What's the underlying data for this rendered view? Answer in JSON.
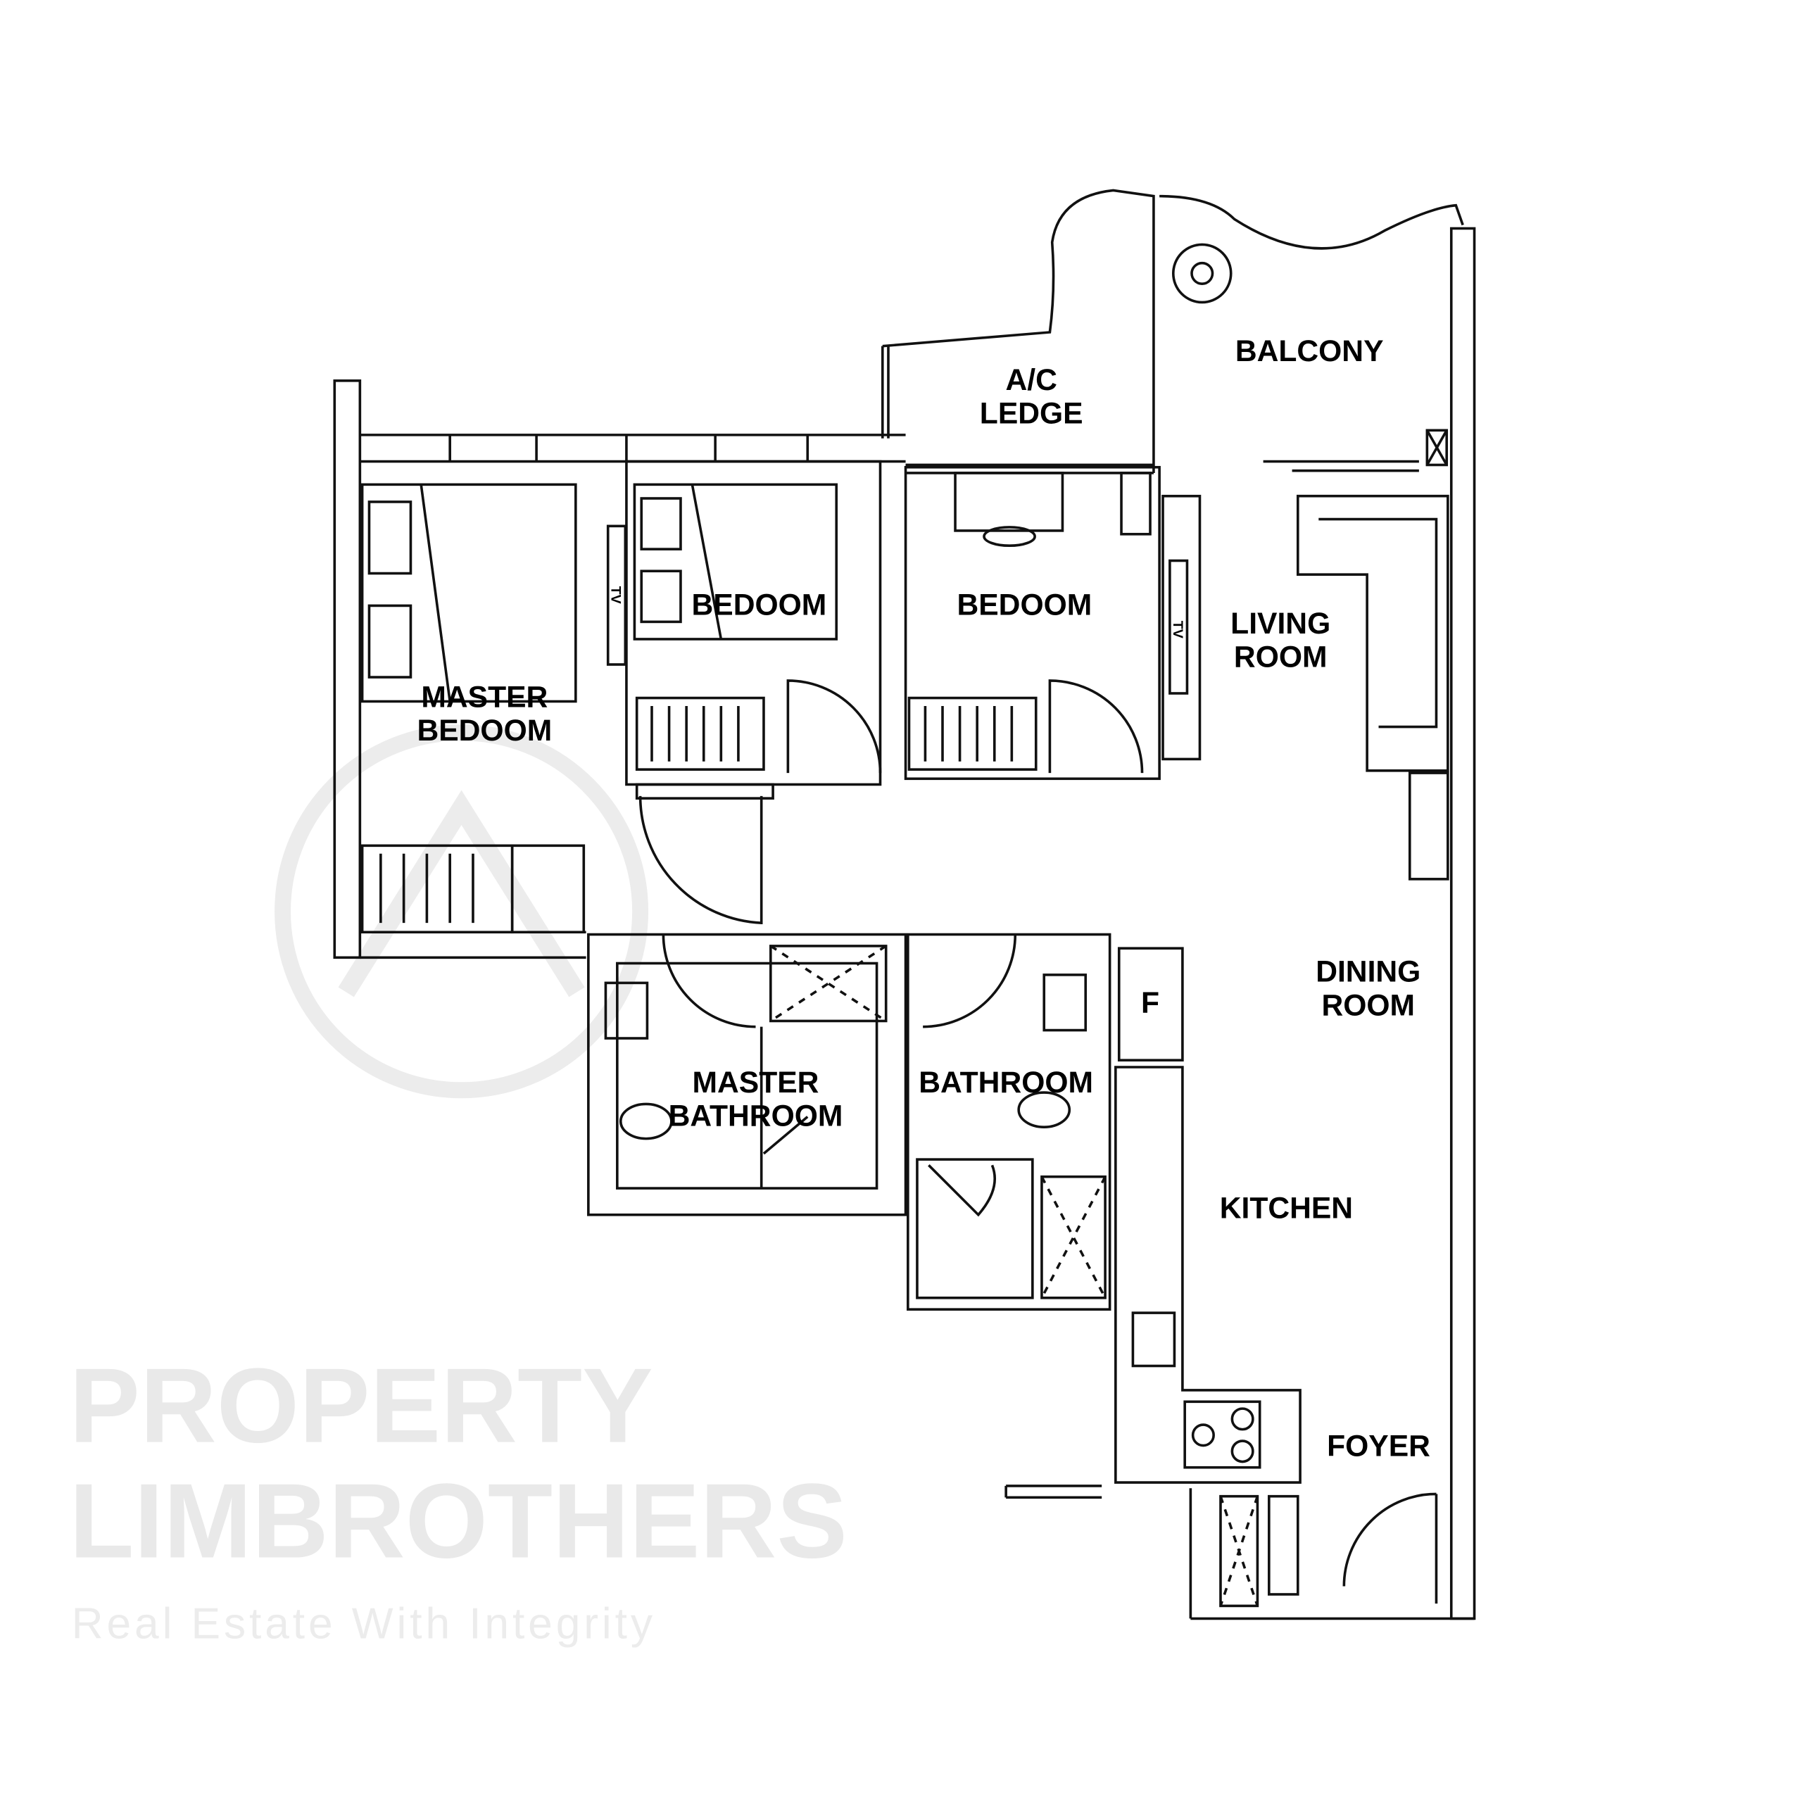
{
  "rooms": {
    "balcony": "BALCONY",
    "ac_ledge_1": "A/C",
    "ac_ledge_2": "LEDGE",
    "bedroom_1": "BEDOOM",
    "bedroom_2": "BEDOOM",
    "master_bedroom_1": "MASTER",
    "master_bedroom_2": "BEDOOM",
    "living_1": "LIVING",
    "living_2": "ROOM",
    "dining_1": "DINING",
    "dining_2": "ROOM",
    "master_bath_1": "MASTER",
    "master_bath_2": "BATHROOM",
    "bathroom": "BATHROOM",
    "kitchen": "KITCHEN",
    "foyer": "FOYER"
  },
  "fixtures": {
    "tv": "TV",
    "fridge": "F"
  },
  "watermark": {
    "line1": "PROPERTY",
    "line2": "LIMBROTHERS",
    "tagline": "Real Estate With Integrity"
  }
}
